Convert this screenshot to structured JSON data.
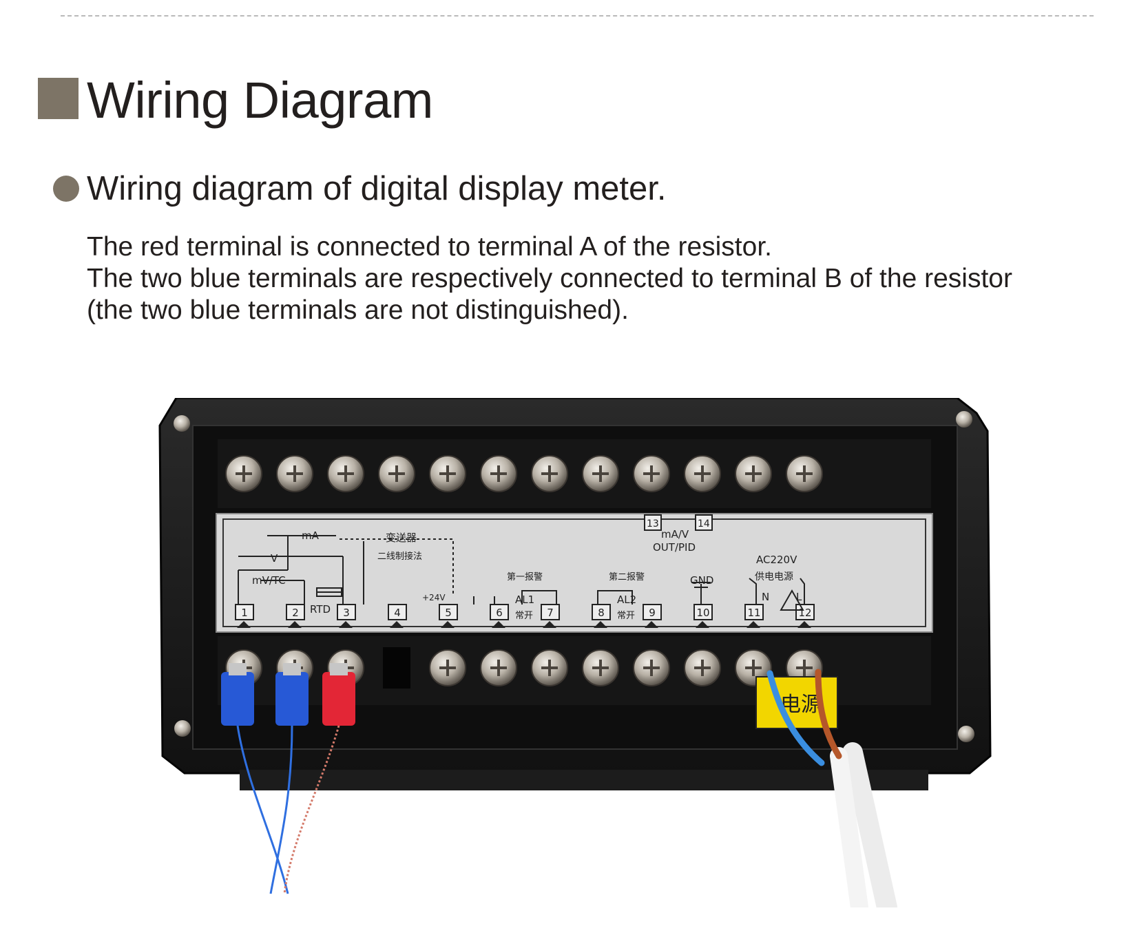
{
  "heading": {
    "title": "Wiring Diagram"
  },
  "section": {
    "subtitle": "Wiring diagram of digital display meter."
  },
  "description": {
    "line1": "The red terminal is connected to terminal A of the resistor.",
    "line2": "The two blue terminals are respectively connected to terminal B of the resistor",
    "line3": "(the two blue terminals are not distinguished)."
  },
  "meter": {
    "terminal_numbers": [
      "1",
      "2",
      "3",
      "4",
      "5",
      "6",
      "7",
      "8",
      "9",
      "10",
      "11",
      "12"
    ],
    "output_numbers": [
      "13",
      "14"
    ],
    "labels": {
      "ma_in": "mA",
      "v_in": "V",
      "mvtc": "mV/TC",
      "rtd": "RTD",
      "transmitter": "变送器",
      "two_wire": "二线制接法",
      "v24": "+24V",
      "alarm1_title": "第一报警",
      "alarm1": "AL1",
      "alarm2_title": "第二报警",
      "alarm2": "AL2",
      "normally_open": "常开",
      "gnd": "GND",
      "ac": "AC220V",
      "power": "供电电源",
      "n": "N",
      "l": "L",
      "out_ma": "mA/V",
      "out_pid": "OUT/PID",
      "warning_sticker": "电源"
    }
  },
  "colors": {
    "accent_square": "#7d7466",
    "wire_red": "#e32636",
    "wire_blue": "#2759d6",
    "meter_body": "#1a1a1a"
  }
}
